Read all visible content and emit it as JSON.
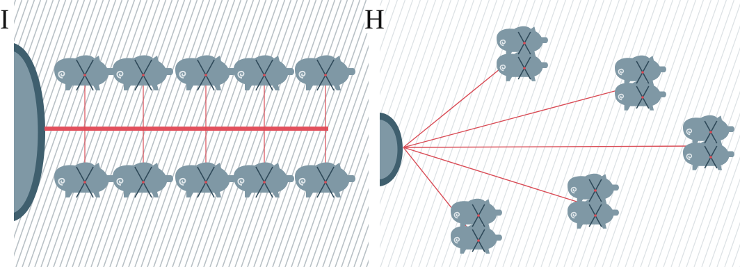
{
  "labels": {
    "left": "I",
    "right": "H"
  },
  "colors": {
    "background": "#ffffff",
    "hatch": "#b9c1c6",
    "hatch_light": "#dde2e5",
    "pig": "#7f98a5",
    "pig_swirl": "#dfe6ea",
    "cross": "#2f4a5a",
    "link": "#d94b55",
    "link_thick": "#e2505c",
    "hub": "#7f98a5",
    "hub_rim": "#3f5f6e"
  },
  "icons": {
    "pig": "pig-silhouette-icon",
    "cross": "cross-mark-icon",
    "hub": "semicircle-hub-icon"
  },
  "left_panel": {
    "description_layout": "ladder",
    "pairs": 5
  },
  "right_panel": {
    "description_layout": "star",
    "pairs": 5
  }
}
